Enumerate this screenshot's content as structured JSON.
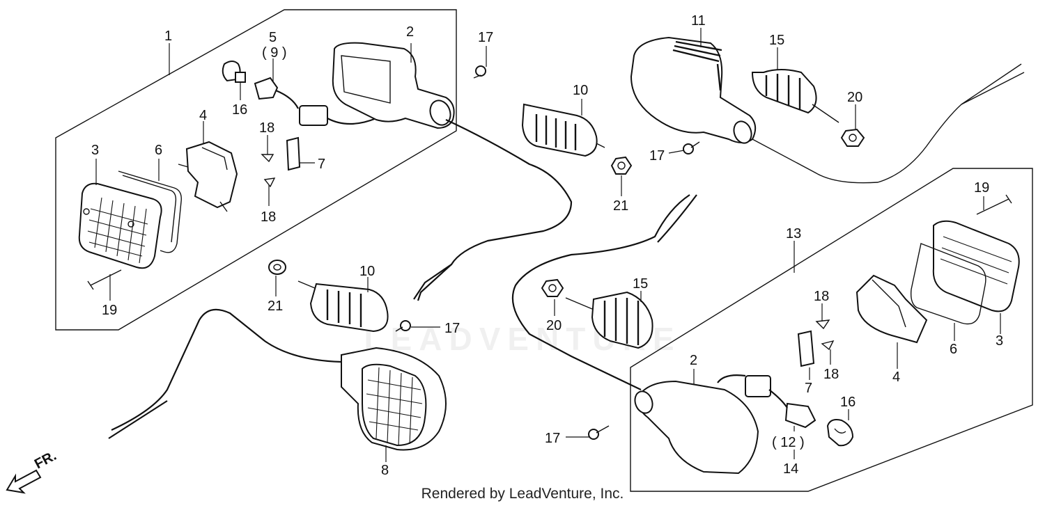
{
  "diagram": {
    "credit": "Rendered by LeadVenture, Inc.",
    "watermark": "LEADVENTURE",
    "front_indicator": "FR.",
    "callouts": {
      "c1": "1",
      "c2a": "2",
      "c2b": "2",
      "c3a": "3",
      "c3b": "3",
      "c4a": "4",
      "c4b": "4",
      "c5": "5",
      "c9": "( 9 )",
      "c6a": "6",
      "c6b": "6",
      "c7a": "7",
      "c7b": "7",
      "c8": "8",
      "c10a": "10",
      "c10b": "10",
      "c11": "11",
      "c12": "( 12 )",
      "c13": "13",
      "c14": "14",
      "c15a": "15",
      "c15b": "15",
      "c16a": "16",
      "c16b": "16",
      "c17a": "17",
      "c17b": "17",
      "c17c": "17",
      "c17d": "17",
      "c18a": "18",
      "c18b": "18",
      "c18c": "18",
      "c18d": "18",
      "c19a": "19",
      "c19b": "19",
      "c20a": "20",
      "c20b": "20",
      "c21a": "21",
      "c21b": "21"
    }
  }
}
